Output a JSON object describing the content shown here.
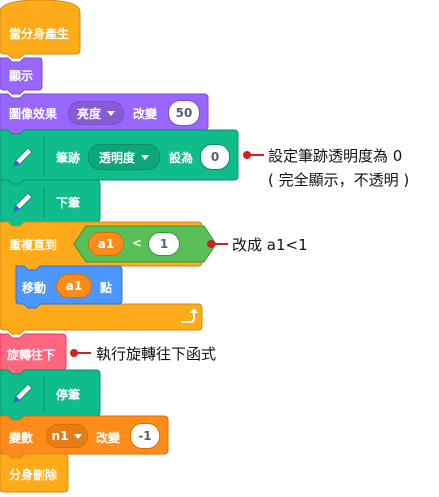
{
  "colors": {
    "events": "#ffab19",
    "looks": "#9966ff",
    "pen": "#0fbd8c",
    "control": "#ffab19",
    "motion": "#4c97ff",
    "operator": "#59c059",
    "variables": "#ff8c1a",
    "myblocks": "#ff6680",
    "annotation": "#d32020"
  },
  "blocks": {
    "hat": "當分身產生",
    "show": "顯示",
    "image_effect": {
      "label": "圖像效果",
      "effect": "亮度",
      "change": "改變",
      "value": "50"
    },
    "pen_transparency": {
      "label": "筆跡",
      "property": "透明度",
      "set": "設為",
      "value": "0"
    },
    "pen_down": "下筆",
    "repeat_until": {
      "label": "重複直到",
      "left": "a1",
      "op": "<",
      "right": "1"
    },
    "move": {
      "label": "移動",
      "value": "a1",
      "suffix": "點"
    },
    "custom_rotate": "旋轉往下",
    "pen_up": "停筆",
    "change_var": {
      "label": "變數",
      "var": "n1",
      "change": "改變",
      "value": "-1"
    },
    "delete_clone": "分身刪除"
  },
  "annotations": {
    "pen_note_line1": "設定筆跡透明度為 0",
    "pen_note_line2": "( 完全顯示，不透明 )",
    "until_note": "改成 a1<1",
    "rotate_note": "執行旋轉往下函式"
  },
  "icons": {
    "pen": "pen-icon",
    "loop": "loop-arrow-icon"
  }
}
